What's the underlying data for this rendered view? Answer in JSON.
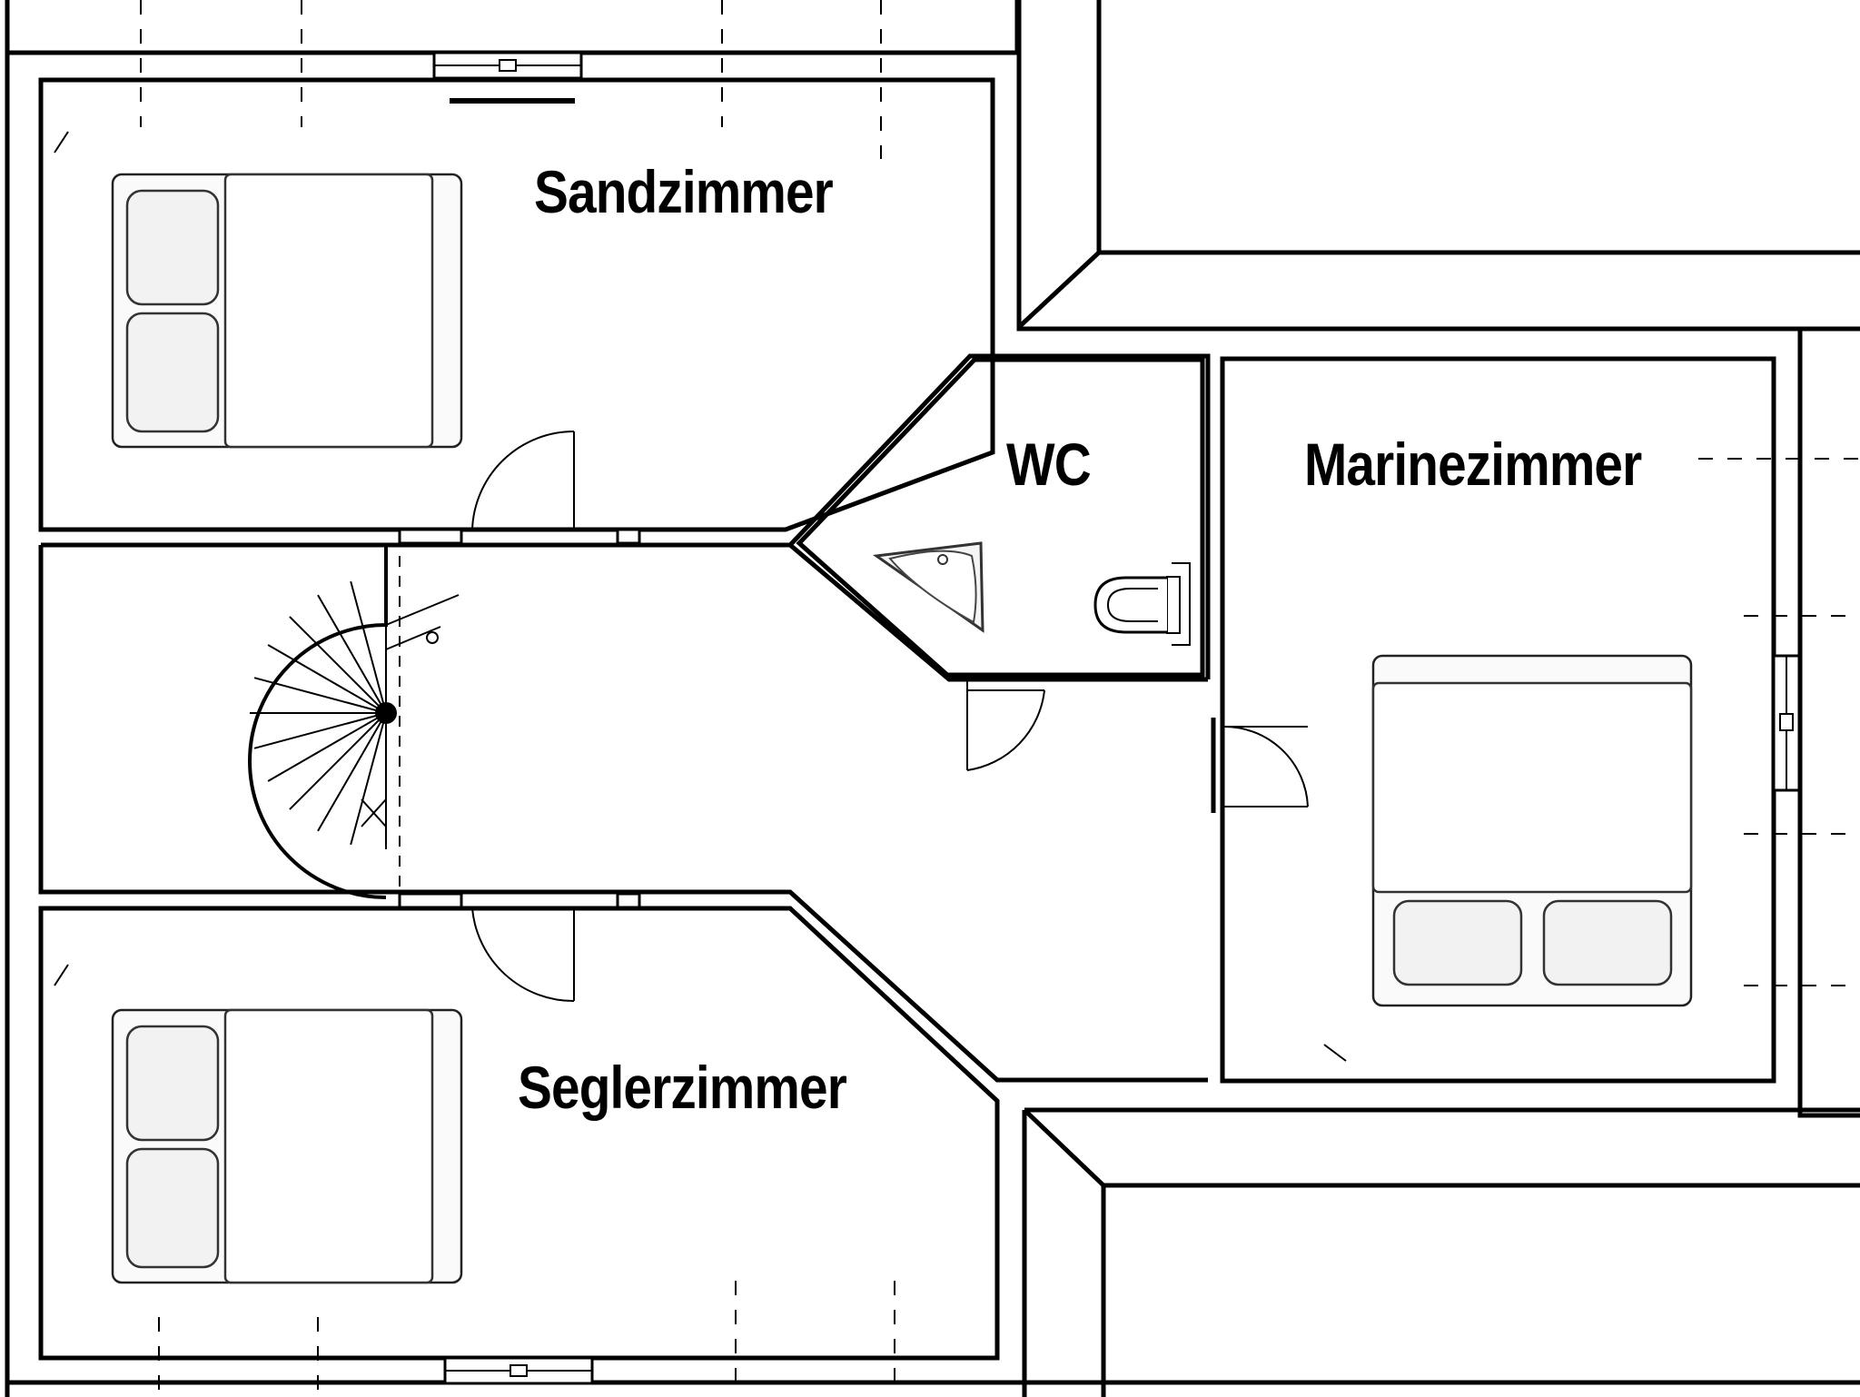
{
  "rooms": {
    "sandzimmer": "Sandzimmer",
    "wc": "WC",
    "marinezimmer": "Marinezimmer",
    "seglerzimmer": "Seglerzimmer"
  },
  "colors": {
    "wall": "#000000",
    "background": "#ffffff",
    "furniture_fill": "#f2f2f2"
  },
  "icons": [
    "double-bed-icon",
    "spiral-staircase-icon",
    "toilet-icon",
    "corner-sink-icon",
    "door-swing-icon",
    "window-icon"
  ]
}
